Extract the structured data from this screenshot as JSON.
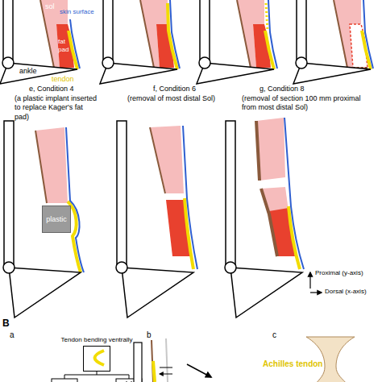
{
  "diagram": {
    "nodes": [
      {
        "text": [
          "plastic"
        ]
      },
      {
        "text": [
          "Tendon bending ventrally"
        ]
      }
    ],
    "labels": [
      "sol",
      "skin surface",
      "fat pad",
      "ankle",
      "tendon",
      "e, Condition 4",
      "(a plastic implant inserted to replace Kager's fat pad)",
      "f, Condition 6",
      "(removal of most distal Sol)",
      "g, Condition 8",
      "(removal of section 100 mm proximal from most distal Sol)",
      "Proximal (y-axis)",
      "Dorsal (x-axis)",
      "B",
      "a",
      "b",
      "c",
      "Achilles tendon"
    ]
  }
}
